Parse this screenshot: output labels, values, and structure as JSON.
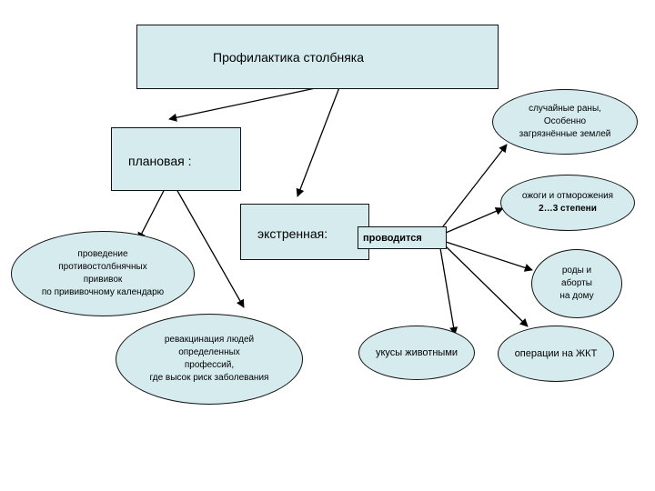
{
  "diagram": {
    "title": "Профилактика столбняка",
    "planned": {
      "label": "плановая :"
    },
    "emergency": {
      "label": "экстренная:",
      "sub_label": "проводится"
    },
    "planned_items": [
      {
        "lines": [
          "проведение",
          "противостолбнячных",
          "прививок",
          "по прививочному календарю"
        ]
      },
      {
        "lines": [
          "ревакцинация  людей",
          "определенных",
          "профессий,",
          "где высок риск заболевания"
        ]
      }
    ],
    "emergency_items": [
      {
        "lines": [
          "случайные раны,",
          "Особенно",
          "загрязнённые землей"
        ]
      },
      {
        "lines": [
          "ожоги и отморожения",
          "2…3 степени"
        ]
      },
      {
        "lines": [
          "роды и",
          "аборты",
          "на дому"
        ]
      },
      {
        "lines": [
          "операции на ЖКТ"
        ]
      },
      {
        "lines": [
          "укусы животными"
        ]
      }
    ]
  }
}
